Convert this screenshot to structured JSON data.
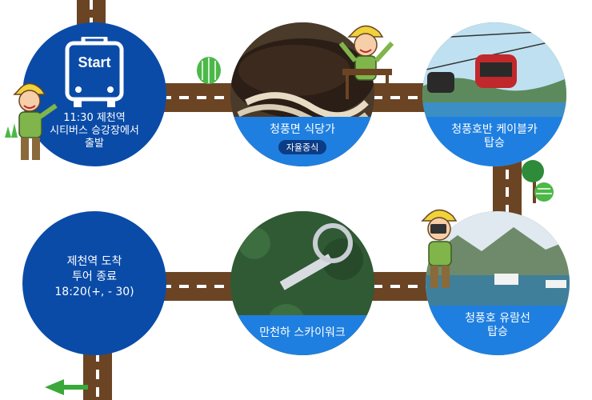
{
  "stops": {
    "start": {
      "badge": "Start",
      "time": "11:30 제천역",
      "line2": "시티버스 승강장에서",
      "line3": "출발"
    },
    "stop1": {
      "title": "청풍면 식당가",
      "sub": "자율중식"
    },
    "stop2": {
      "title_line1": "청풍호반 케이블카",
      "title_line2": "탑승"
    },
    "stop3": {
      "title_line1": "청풍호 유람선",
      "title_line2": "탑승"
    },
    "stop4": {
      "title": "만천하 스카이워크"
    },
    "end": {
      "line1": "제천역 도착",
      "line2": "투어 종료",
      "line3": "18:20(+, - 30)"
    }
  },
  "icons": {
    "bus": "bus-icon",
    "arrow": "arrow-left-icon"
  },
  "colors": {
    "navy": "#0a4ba8",
    "band_blue": "#1f7fe0",
    "road": "#6b4424",
    "arrow_green": "#3aa83a"
  }
}
